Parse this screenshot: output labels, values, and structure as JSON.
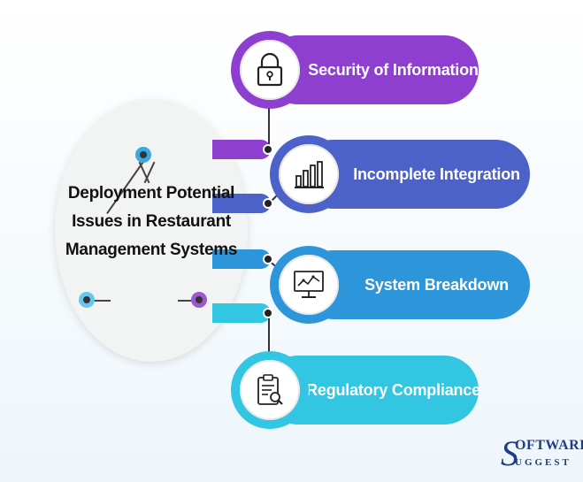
{
  "hub": {
    "title_lines": [
      "Deployment Potential",
      "Issues in Restaurant",
      "Management Systems"
    ]
  },
  "items": [
    {
      "label": "Security of Information",
      "icon": "lock-icon",
      "color": "#8e3fd0"
    },
    {
      "label": "Incomplete Integration",
      "icon": "bar-chart-icon",
      "color": "#4d62c8"
    },
    {
      "label": "System Breakdown",
      "icon": "monitor-chart-icon",
      "color": "#2d96db"
    },
    {
      "label": "Regulatory Compliance",
      "icon": "clipboard-search-icon",
      "color": "#33c6e2"
    }
  ],
  "logo": {
    "top": "OFTWARE®",
    "bottom": "UGGEST",
    "initial": "S"
  },
  "colors": {
    "hub_node_top": "#3aa9e0",
    "hub_node_left": "#62c9ea",
    "hub_node_right": "#9b59d0"
  }
}
